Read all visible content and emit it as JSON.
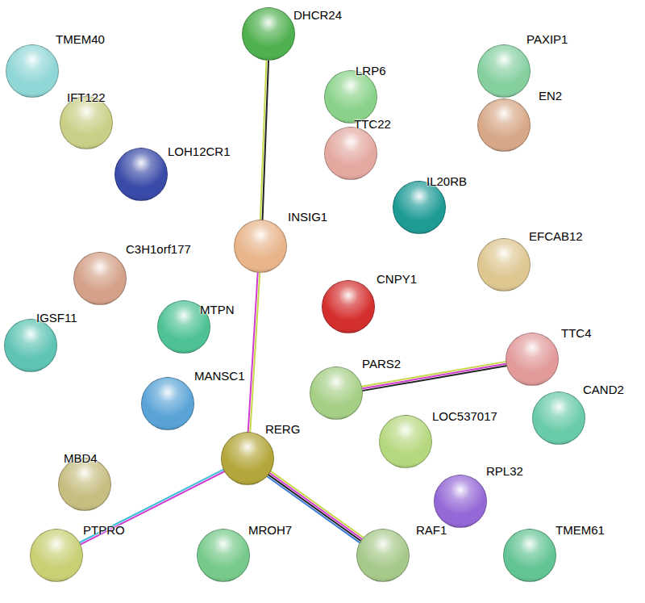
{
  "diagram": {
    "nodes": [
      {
        "text": [
          "DHCR24"
        ]
      },
      {
        "text": [
          "TMEM40"
        ]
      },
      {
        "text": [
          "PAXIP1"
        ]
      },
      {
        "text": [
          "LRP6"
        ]
      },
      {
        "text": [
          "IFT122"
        ]
      },
      {
        "text": [
          "EN2"
        ]
      },
      {
        "text": [
          "TTC22"
        ]
      },
      {
        "text": [
          "LOH12CR1"
        ]
      },
      {
        "text": [
          "IL20RB"
        ]
      },
      {
        "text": [
          "INSIG1"
        ]
      },
      {
        "text": [
          "EFCAB12"
        ]
      },
      {
        "text": [
          "C3H1orf177"
        ]
      },
      {
        "text": [
          "CNPY1"
        ]
      },
      {
        "text": [
          "MTPN"
        ]
      },
      {
        "text": [
          "IGSF11"
        ]
      },
      {
        "text": [
          "TTC4"
        ]
      },
      {
        "text": [
          "MANSC1"
        ]
      },
      {
        "text": [
          "PARS2"
        ]
      },
      {
        "text": [
          "CAND2"
        ]
      },
      {
        "text": [
          "RERG"
        ]
      },
      {
        "text": [
          "LOC537017"
        ]
      },
      {
        "text": [
          "MBD4"
        ]
      },
      {
        "text": [
          "RPL32"
        ]
      },
      {
        "text": [
          "PTPRO"
        ]
      },
      {
        "text": [
          "MROH7"
        ]
      },
      {
        "text": [
          "RAF1"
        ]
      },
      {
        "text": [
          "TMEM61"
        ]
      }
    ],
    "edges": [
      {
        "from": 0,
        "to": 9,
        "arrow": "none"
      },
      {
        "from": 9,
        "to": 19,
        "arrow": "none"
      },
      {
        "from": 19,
        "to": 23,
        "arrow": "none"
      },
      {
        "from": 19,
        "to": 25,
        "arrow": "none"
      },
      {
        "from": 17,
        "to": 15,
        "arrow": "none"
      }
    ]
  }
}
